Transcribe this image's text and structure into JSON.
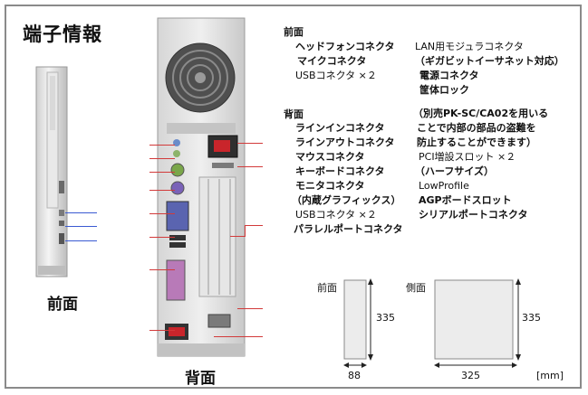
{
  "title": "端子情報",
  "captions": {
    "front": "前面",
    "back": "背面"
  },
  "front_section": {
    "header": "前面",
    "col1": [
      "ヘッドフォンコネクタ",
      "マイクコネクタ",
      "USBコネクタ ×２"
    ],
    "col2": [
      "LAN用モジュラコネクタ",
      "（ギガビットイーサネット対応）",
      "電源コネクタ",
      "筐体ロック"
    ]
  },
  "back_section": {
    "header": "背面",
    "col1": [
      "ラインインコネクタ",
      "ラインアウトコネクタ",
      "マウスコネクタ",
      "キーボードコネクタ",
      "モニタコネクタ",
      "（内蔵グラフィックス）",
      "USBコネクタ ×２",
      "パラレルポートコネクタ"
    ],
    "col2": [
      "（別売PK-SC/CA02を用いる",
      "ことで内部の部品の盗難を",
      "防止することができます）",
      "PCI増設スロット ×２",
      "（ハーフサイズ）",
      "LowProfile",
      "AGPボードスロット",
      "シリアルポートコネクタ"
    ]
  },
  "dimensions": {
    "front_label": "前面",
    "side_label": "側面",
    "height": "335",
    "front_width": "88",
    "side_width": "325",
    "unit": "[mm]"
  }
}
